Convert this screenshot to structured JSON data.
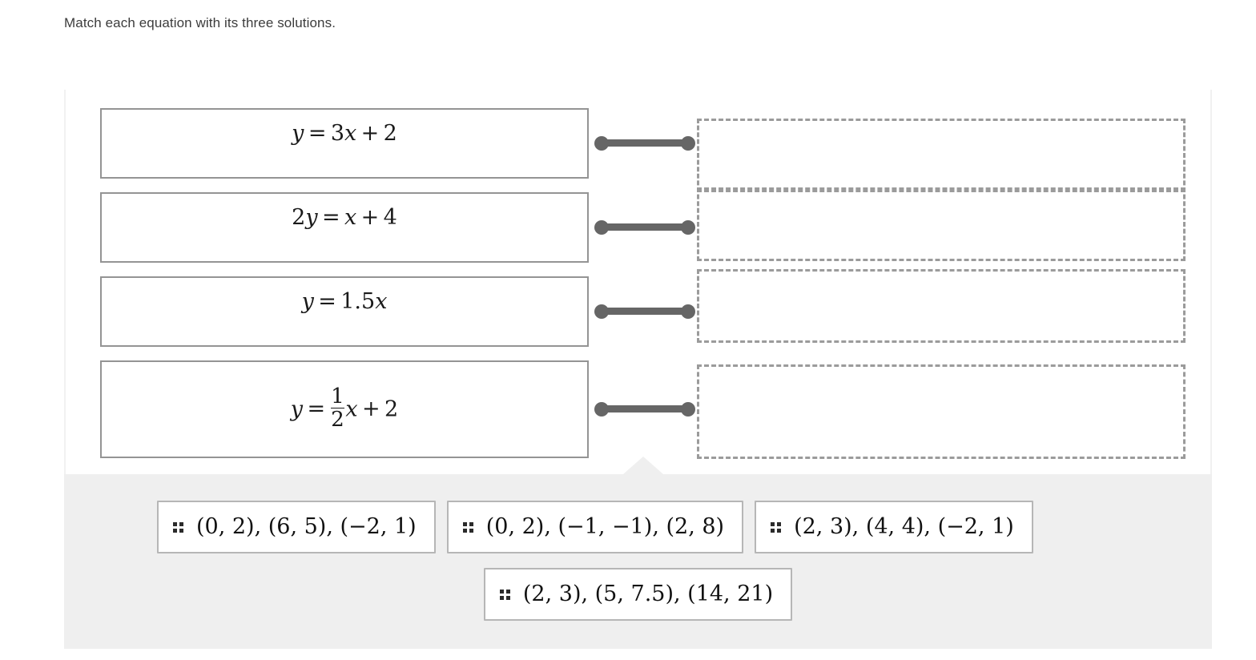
{
  "prompt": "Match each equation with its three solutions.",
  "colors": {
    "card_border": "#949494",
    "dropzone_border": "#9b9b9b",
    "connector": "#666666",
    "tray_background": "#efefef",
    "tile_border": "#b6b6b6",
    "text": "#3c3c3c"
  },
  "matching": {
    "pairs": [
      {
        "equation_plain": "y = 3x + 2",
        "equation_parts": {
          "lhs": "y",
          "op": "=",
          "coef": "3",
          "var": "x",
          "plus": "+",
          "const": "2"
        },
        "dropzone_label": "",
        "dropzone_state": "empty"
      },
      {
        "equation_plain": "2y = x + 4",
        "equation_parts": {
          "lhs_coef": "2",
          "lhs": "y",
          "op": "=",
          "var": "x",
          "plus": "+",
          "const": "4"
        },
        "dropzone_label": "",
        "dropzone_state": "empty"
      },
      {
        "equation_plain": "y = 1.5x",
        "equation_parts": {
          "lhs": "y",
          "op": "=",
          "coef": "1.5",
          "var": "x"
        },
        "dropzone_label": "",
        "dropzone_state": "empty"
      },
      {
        "equation_plain": "y = 1/2 x + 2",
        "equation_parts": {
          "lhs": "y",
          "op": "=",
          "numerator": "1",
          "denominator": "2",
          "var": "x",
          "plus": "+",
          "const": "2"
        },
        "dropzone_label": "",
        "dropzone_state": "empty"
      }
    ]
  },
  "tray": {
    "tiles": [
      {
        "text": "(0, 2), (6, 5), (−2, 1)",
        "handle": "drag-handle-icon"
      },
      {
        "text": "(0, 2), (−1, −1), (2, 8)",
        "handle": "drag-handle-icon"
      },
      {
        "text": "(2, 3), (4, 4), (−2, 1)",
        "handle": "drag-handle-icon"
      },
      {
        "text": "(2, 3), (5, 7.5), (14, 21)",
        "handle": "drag-handle-icon"
      }
    ],
    "rows": [
      [
        0,
        1,
        2
      ],
      [
        3
      ]
    ]
  }
}
